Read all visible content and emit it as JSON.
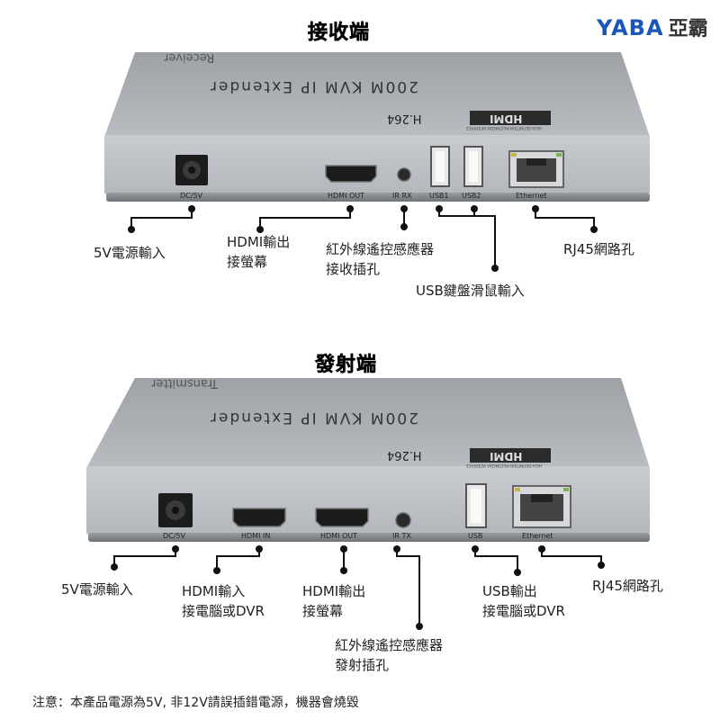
{
  "brand": {
    "logo_text": "YABA",
    "name_cn": "亞霸"
  },
  "receiver": {
    "title": "接收端",
    "top_label": "Receiver",
    "product_label": "200M KVM IP Extender",
    "codec": "H.264",
    "logo": "HDMI",
    "logo_tagline": "HIGH-DEFINITION MULTIMEDIA INTERFACE",
    "ports": {
      "dc": "DC/5V",
      "hdmi_out": "HDMI OUT",
      "ir_rx": "IR RX",
      "usb1": "USB1",
      "usb2": "USB2",
      "ethernet": "Ethernet"
    },
    "callouts": {
      "power": "5V電源輸入",
      "hdmi": "HDMI輸出\n接螢幕",
      "ir": "紅外線遙控感應器\n接收插孔",
      "usb": "USB鍵盤滑鼠輸入",
      "rj45": "RJ45網路孔"
    }
  },
  "transmitter": {
    "title": "發射端",
    "top_label": "Transmitter",
    "product_label": "200M KVM IP Extender",
    "codec": "H.264",
    "logo": "HDMI",
    "logo_tagline": "HIGH-DEFINITION MULTIMEDIA INTERFACE",
    "ports": {
      "dc": "DC/5V",
      "hdmi_in": "HDMI IN",
      "hdmi_out": "HDMI OUT",
      "ir_tx": "IR TX",
      "usb": "USB",
      "ethernet": "Ethernet"
    },
    "callouts": {
      "power": "5V電源輸入",
      "hdmi_in": "HDMI輸入\n接電腦或DVR",
      "hdmi_out": "HDMI輸出\n接螢幕",
      "ir": "紅外線遙控感應器\n發射插孔",
      "usb": "USB輸出\n接電腦或DVR",
      "rj45": "RJ45網路孔"
    }
  },
  "footer_note": "注意：本產品電源為5V, 非12V請誤插錯電源，機器會燒毀",
  "colors": {
    "case": "#b8bcc0",
    "case_dark": "#8f9398",
    "front": "#c9cdd1",
    "accent": "#1a56b8"
  }
}
